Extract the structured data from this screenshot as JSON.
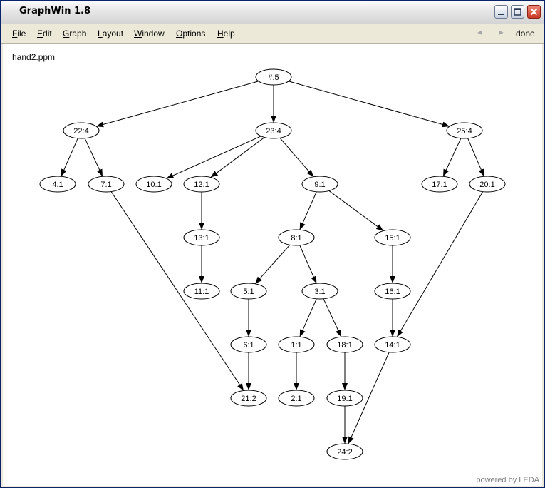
{
  "window": {
    "title": "GraphWin 1.8"
  },
  "menu": {
    "items": [
      {
        "id": "file",
        "label": "File",
        "mnemonic": "F",
        "rest": "ile"
      },
      {
        "id": "edit",
        "label": "Edit",
        "mnemonic": "E",
        "rest": "dit"
      },
      {
        "id": "graph",
        "label": "Graph",
        "mnemonic": "G",
        "rest": "raph"
      },
      {
        "id": "layout",
        "label": "Layout",
        "mnemonic": "L",
        "rest": "ayout"
      },
      {
        "id": "window",
        "label": "Window",
        "mnemonic": "W",
        "rest": "indow"
      },
      {
        "id": "options",
        "label": "Options",
        "mnemonic": "O",
        "rest": "ptions"
      },
      {
        "id": "help",
        "label": "Help",
        "mnemonic": "H",
        "rest": "elp"
      }
    ],
    "back_arrow": "◄",
    "forward_arrow": "►",
    "done_label": "done"
  },
  "canvas": {
    "filename": "hand2.ppm",
    "powered_by": "powered by LEDA"
  },
  "graph": {
    "nodes": [
      {
        "id": "#:5",
        "label": "#:5"
      },
      {
        "id": "22:4",
        "label": "22:4"
      },
      {
        "id": "23:4",
        "label": "23:4"
      },
      {
        "id": "25:4",
        "label": "25:4"
      },
      {
        "id": "4:1",
        "label": "4:1"
      },
      {
        "id": "7:1",
        "label": "7:1"
      },
      {
        "id": "10:1",
        "label": "10:1"
      },
      {
        "id": "12:1",
        "label": "12:1"
      },
      {
        "id": "9:1",
        "label": "9:1"
      },
      {
        "id": "17:1",
        "label": "17:1"
      },
      {
        "id": "20:1",
        "label": "20:1"
      },
      {
        "id": "13:1",
        "label": "13:1"
      },
      {
        "id": "8:1",
        "label": "8:1"
      },
      {
        "id": "15:1",
        "label": "15:1"
      },
      {
        "id": "11:1",
        "label": "11:1"
      },
      {
        "id": "5:1",
        "label": "5:1"
      },
      {
        "id": "3:1",
        "label": "3:1"
      },
      {
        "id": "16:1",
        "label": "16:1"
      },
      {
        "id": "6:1",
        "label": "6:1"
      },
      {
        "id": "1:1",
        "label": "1:1"
      },
      {
        "id": "18:1",
        "label": "18:1"
      },
      {
        "id": "14:1",
        "label": "14:1"
      },
      {
        "id": "21:2",
        "label": "21:2"
      },
      {
        "id": "2:1",
        "label": "2:1"
      },
      {
        "id": "19:1",
        "label": "19:1"
      },
      {
        "id": "24:2",
        "label": "24:2"
      }
    ],
    "edges": [
      [
        "#:5",
        "22:4"
      ],
      [
        "#:5",
        "23:4"
      ],
      [
        "#:5",
        "25:4"
      ],
      [
        "22:4",
        "4:1"
      ],
      [
        "22:4",
        "7:1"
      ],
      [
        "23:4",
        "10:1"
      ],
      [
        "23:4",
        "12:1"
      ],
      [
        "23:4",
        "9:1"
      ],
      [
        "25:4",
        "17:1"
      ],
      [
        "25:4",
        "20:1"
      ],
      [
        "12:1",
        "13:1"
      ],
      [
        "13:1",
        "11:1"
      ],
      [
        "9:1",
        "8:1"
      ],
      [
        "9:1",
        "15:1"
      ],
      [
        "8:1",
        "5:1"
      ],
      [
        "8:1",
        "3:1"
      ],
      [
        "15:1",
        "16:1"
      ],
      [
        "16:1",
        "14:1"
      ],
      [
        "5:1",
        "6:1"
      ],
      [
        "6:1",
        "21:2"
      ],
      [
        "7:1",
        "21:2"
      ],
      [
        "3:1",
        "1:1"
      ],
      [
        "3:1",
        "18:1"
      ],
      [
        "1:1",
        "2:1"
      ],
      [
        "18:1",
        "19:1"
      ],
      [
        "19:1",
        "24:2"
      ],
      [
        "20:1",
        "14:1"
      ],
      [
        "14:1",
        "24:2"
      ]
    ]
  },
  "colors": {
    "title_close_button": "#d9432e",
    "edge": "#000000",
    "node_fill": "#ffffff"
  }
}
